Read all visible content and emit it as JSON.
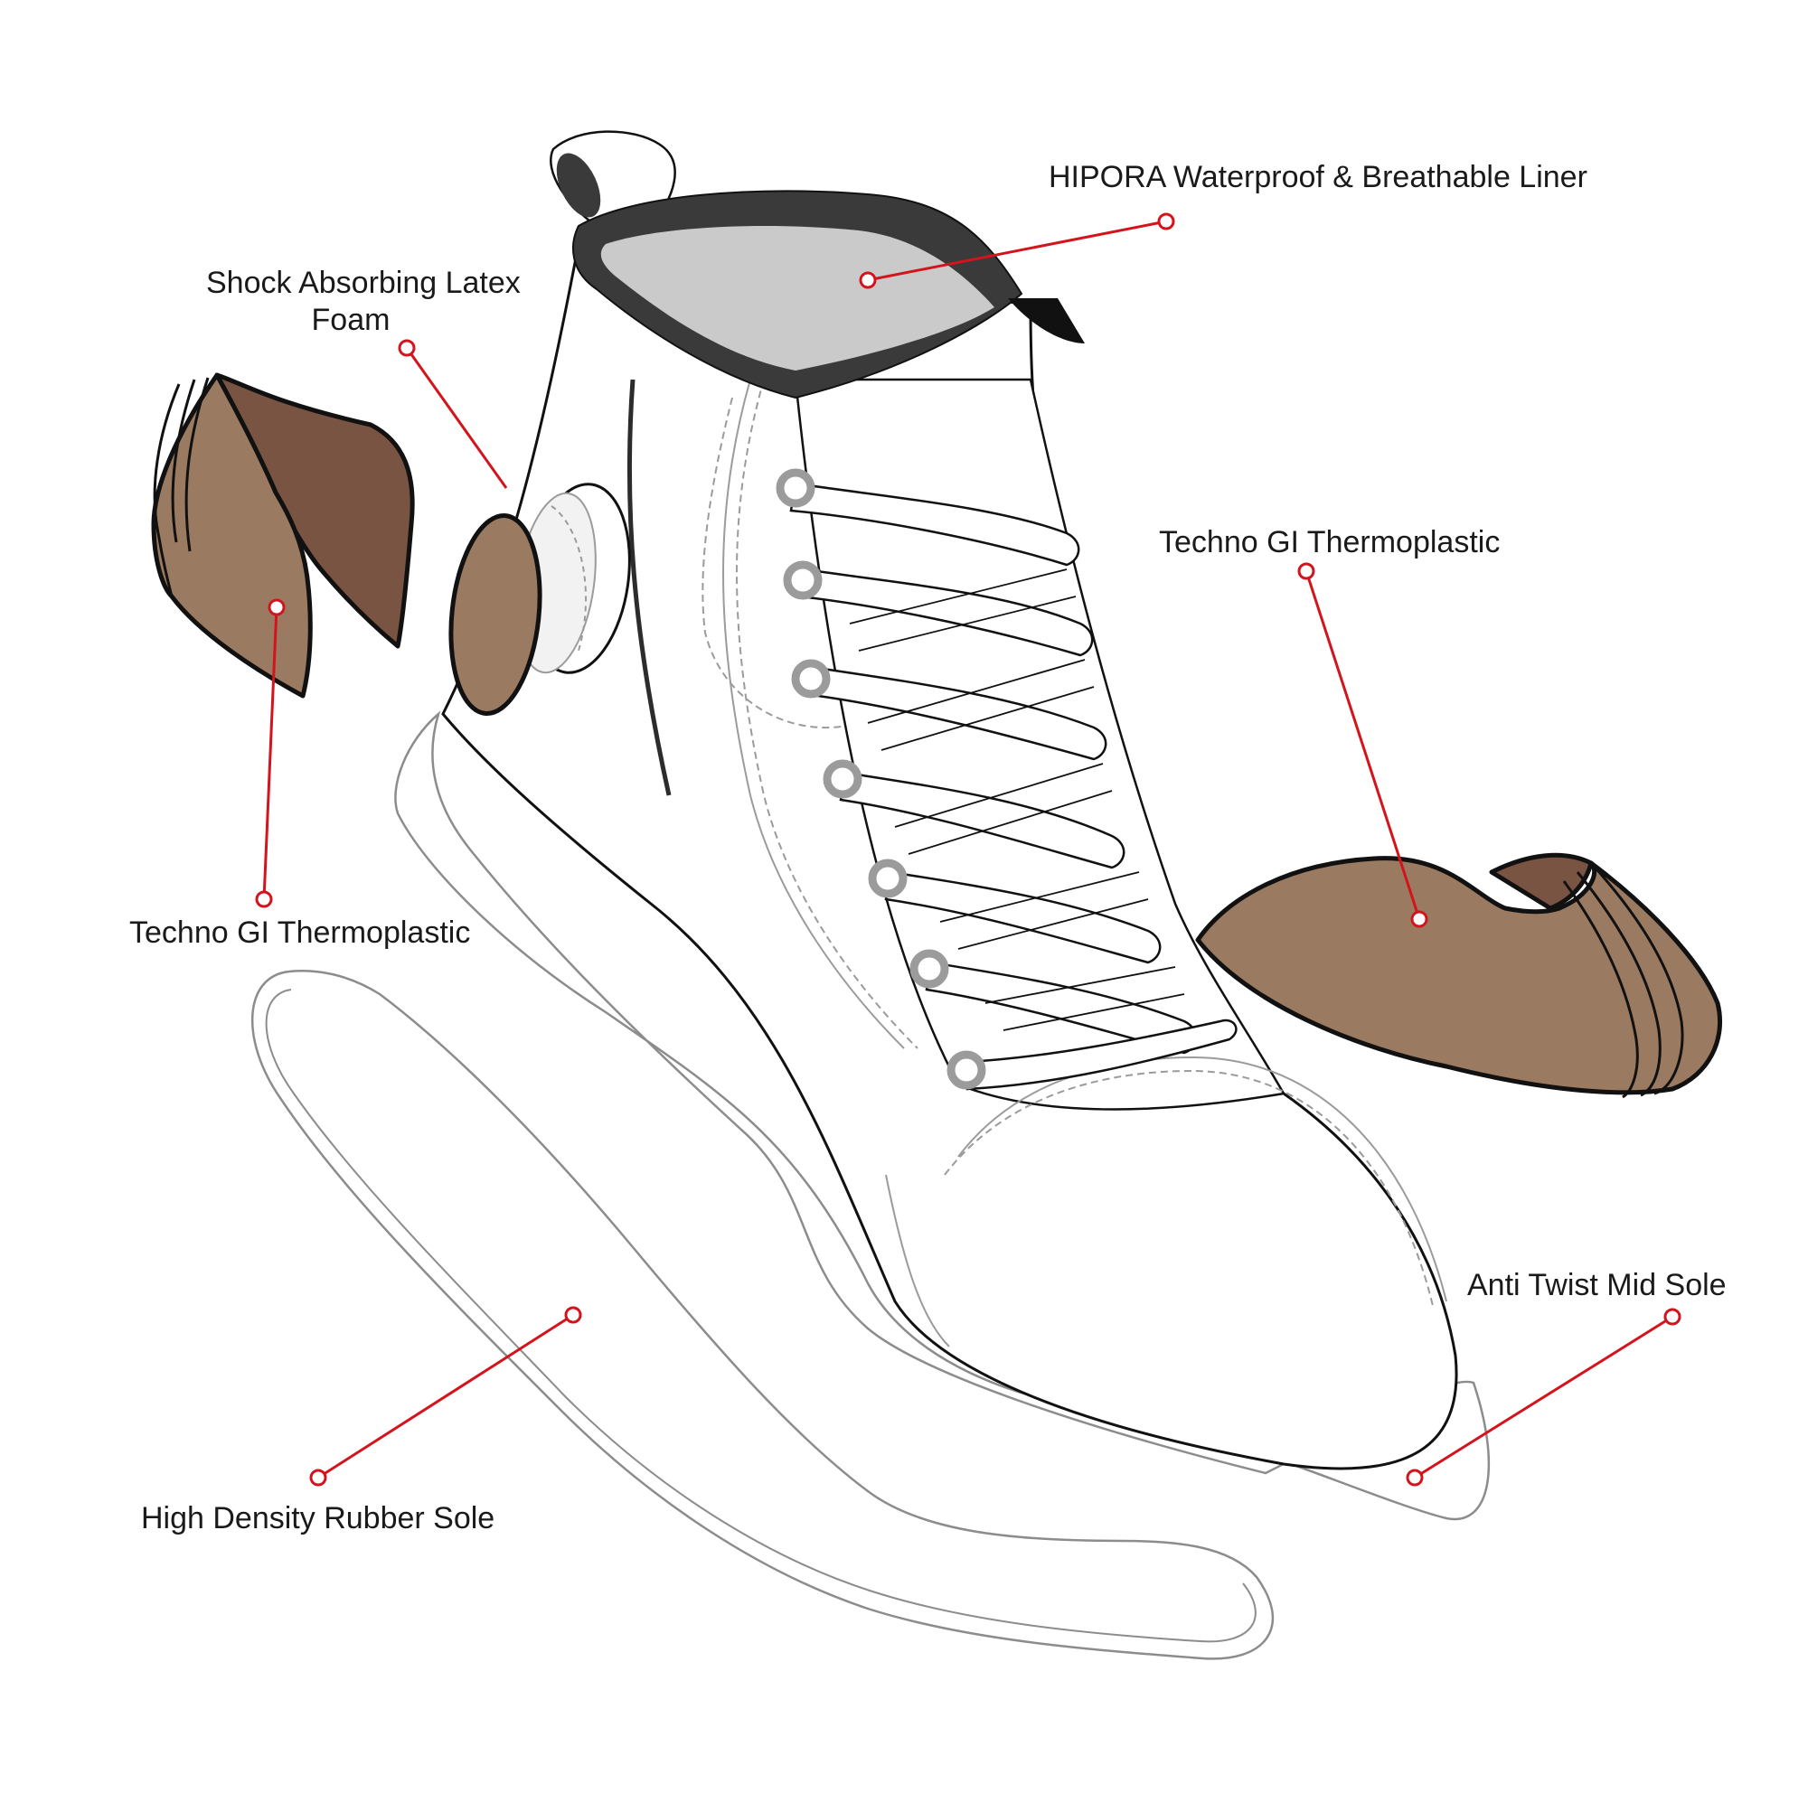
{
  "colors": {
    "callout_red": "#d4141c",
    "armor_dark": "#7a5443",
    "armor_light": "#9a7a61",
    "liner_grey": "#cacaca",
    "collar_dark": "#3a3a3a",
    "eyelet_grey": "#9b9b9b",
    "outline": "#111111",
    "sole_outline": "#9a9a9a"
  },
  "callouts": {
    "liner": "HIPORA Waterproof & Breathable Liner",
    "latex_foam_line1": "Shock Absorbing Latex",
    "latex_foam_line2": "Foam",
    "thermoplastic_right": "Techno GI Thermoplastic",
    "thermoplastic_left": "Techno GI Thermoplastic",
    "mid_sole": "Anti Twist Mid Sole",
    "rubber_sole": "High Density Rubber Sole"
  }
}
